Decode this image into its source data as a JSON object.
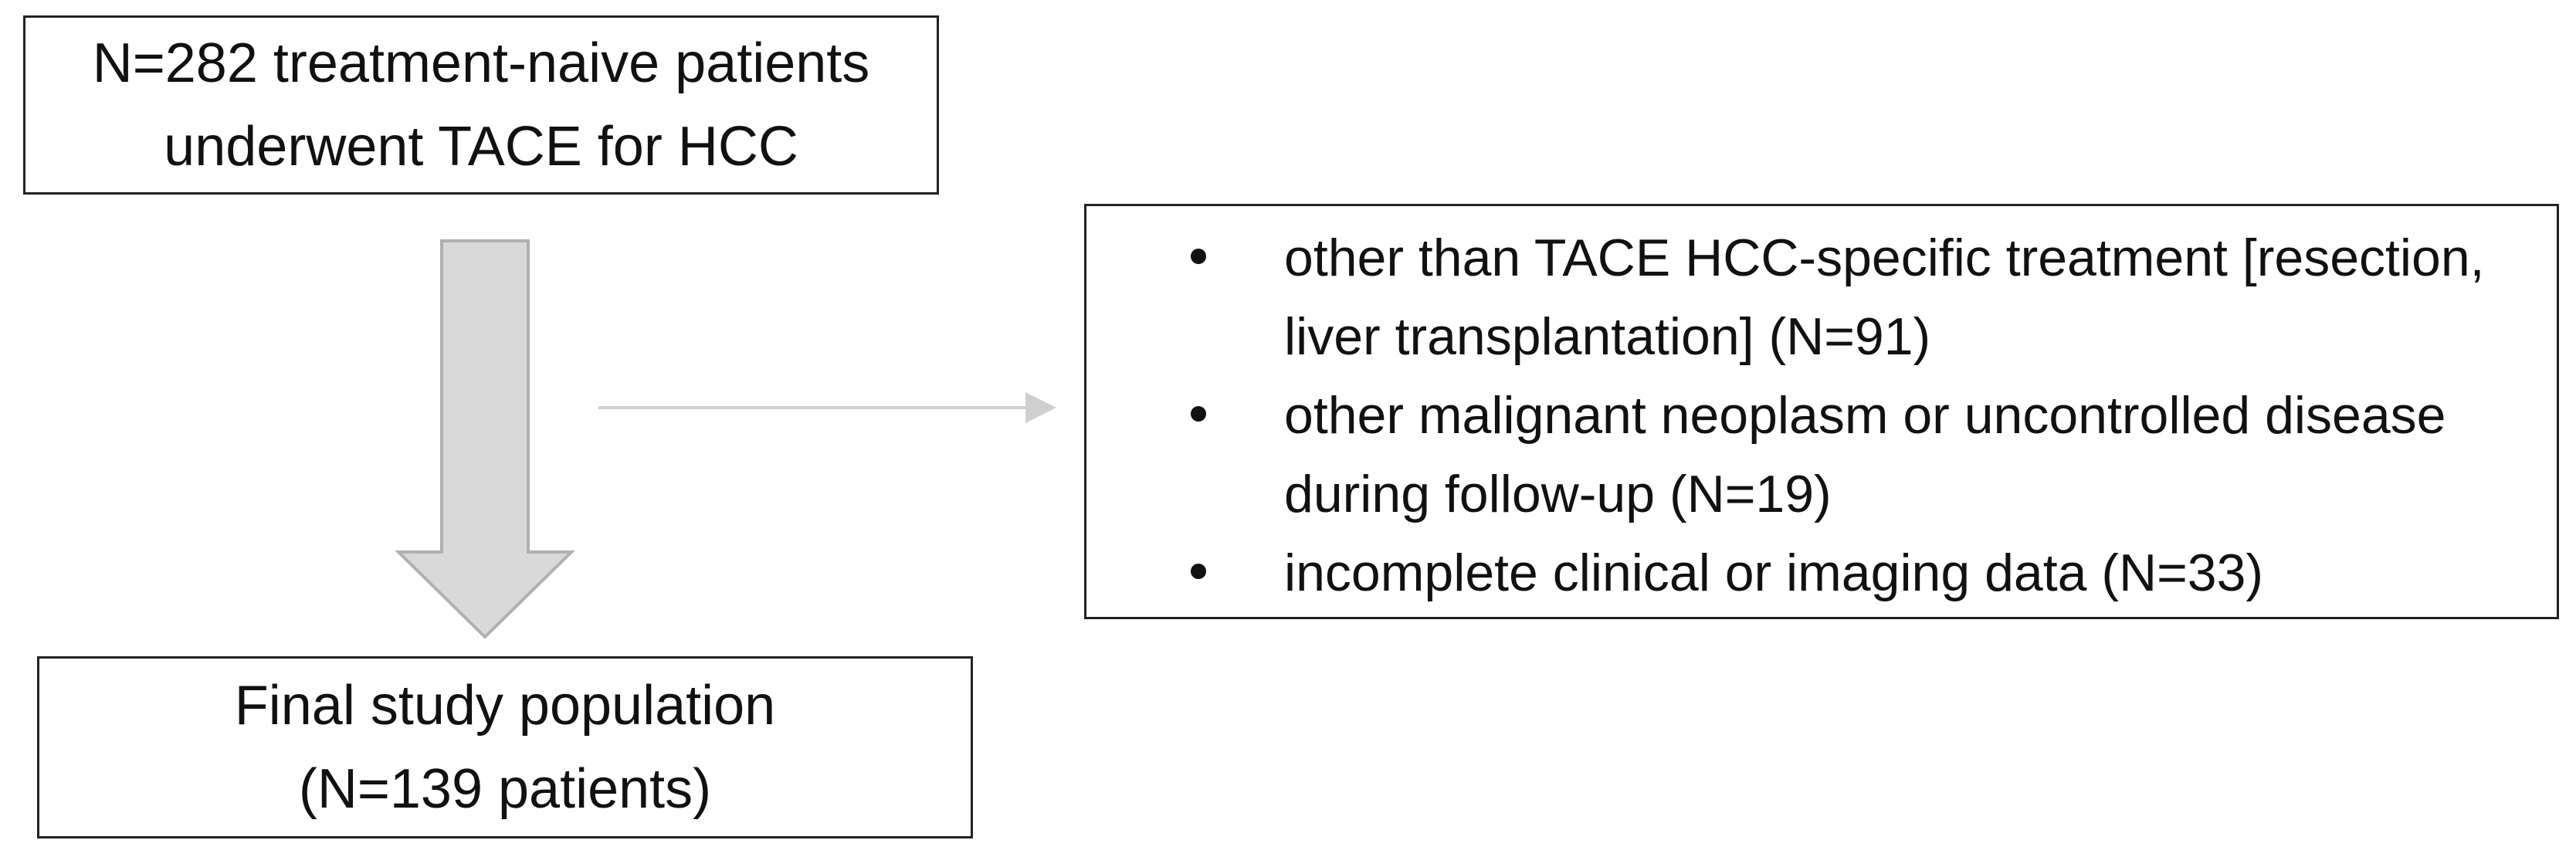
{
  "top_box": {
    "line1": "N=282 treatment-naive patients",
    "line2": "underwent TACE for HCC"
  },
  "bottom_box": {
    "line1": "Final study population",
    "line2": "(N=139 patients)"
  },
  "exclusions": [
    {
      "line1": "other than TACE HCC-specific treatment [resection,",
      "line2": "liver transplantation] (N=91)"
    },
    {
      "line1": "other malignant neoplasm or uncontrolled disease",
      "line2": "during follow-up (N=19)"
    },
    {
      "line1": "incomplete clinical or imaging data (N=33)",
      "line2": ""
    }
  ],
  "colors": {
    "down_arrow_fill": "#d9d9d9",
    "down_arrow_stroke": "#b0b0b0",
    "side_arrow": "#cfcfcf",
    "box_border": "#222222"
  }
}
